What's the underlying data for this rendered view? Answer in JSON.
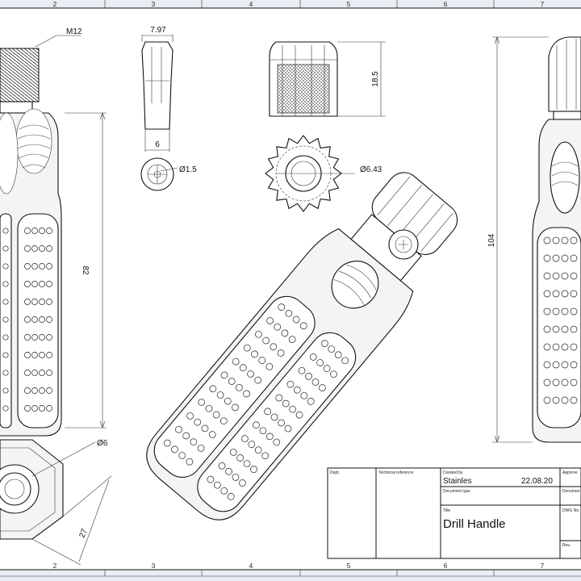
{
  "drawing": {
    "zones": [
      "2",
      "3",
      "4",
      "5",
      "6",
      "7"
    ],
    "dimensions": {
      "thread": "M12",
      "collet_width": "7.97",
      "collet_base": "6",
      "collet_hole": "Ø1.5",
      "nut_height": "18.5",
      "nut_bore": "Ø6.43",
      "handle_length": "82",
      "overall_length": "104",
      "end_bore": "Ø6",
      "across_flats": "27"
    }
  },
  "title_block": {
    "dept_label": "Dept.",
    "tech_ref_label": "Technical reference",
    "created_by_label": "Created by",
    "created_by": "Stainles",
    "date": "22.08.20",
    "approved_label": "Approve",
    "doc_type_label": "Document type",
    "doc_status_label": "Documen",
    "title_label": "Title",
    "title": "Drill Handle",
    "dwg_label": "DWG No.",
    "rev_label": "Rev."
  }
}
